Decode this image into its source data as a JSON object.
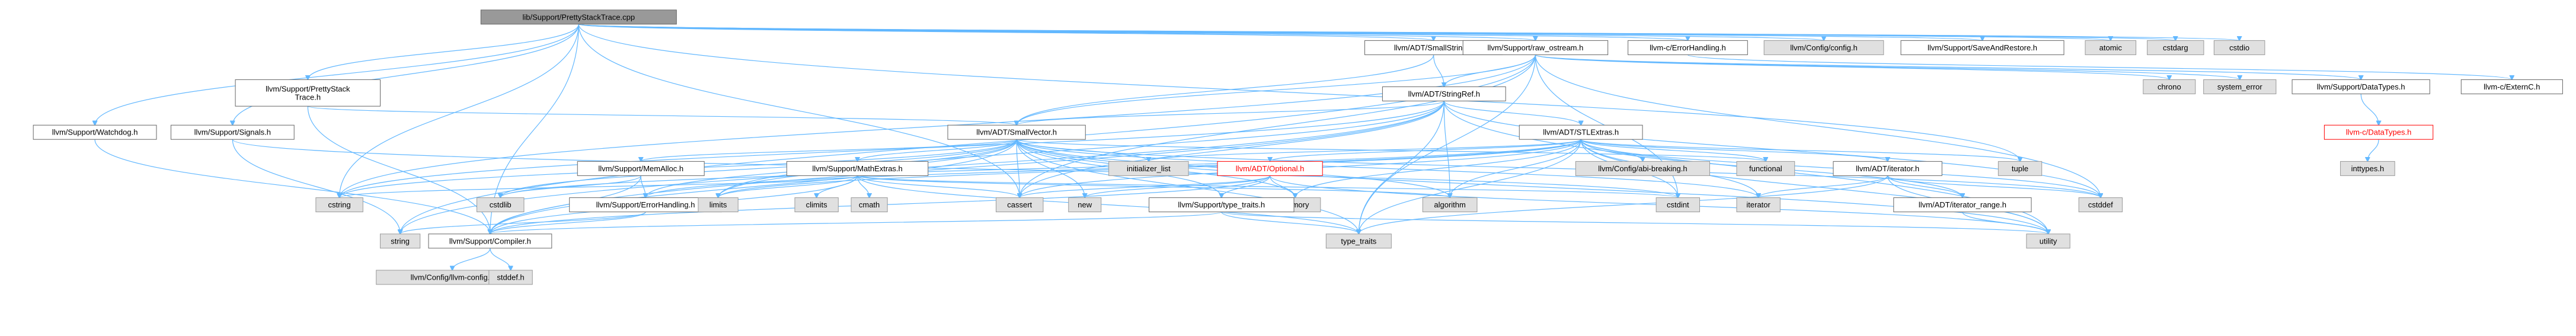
{
  "graph": {
    "title": "lib/Support/PrettyStackTrace.cpp",
    "colors": {
      "edge": "#63b8ff",
      "root": "#999999",
      "std": "#e0e0e0",
      "header": "#ffffff",
      "error": "#ff0000"
    },
    "nodes": [
      {
        "id": "root",
        "label": "lib/Support/PrettyStackTrace.cpp",
        "kind": "root"
      },
      {
        "id": "smallstring",
        "label": "llvm/ADT/SmallString.h",
        "kind": "header"
      },
      {
        "id": "raw_ostream",
        "label": "llvm/Support/raw_ostream.h",
        "kind": "header"
      },
      {
        "id": "errorhandling_c",
        "label": "llvm-c/ErrorHandling.h",
        "kind": "header"
      },
      {
        "id": "config",
        "label": "llvm/Config/config.h",
        "kind": "std"
      },
      {
        "id": "saveandrestore",
        "label": "llvm/Support/SaveAndRestore.h",
        "kind": "header"
      },
      {
        "id": "atomic",
        "label": "atomic",
        "kind": "std"
      },
      {
        "id": "cstdarg",
        "label": "cstdarg",
        "kind": "std"
      },
      {
        "id": "cstdio",
        "label": "cstdio",
        "kind": "std"
      },
      {
        "id": "prettystack",
        "label": "llvm/Support/PrettyStack\nTrace.h",
        "kind": "header"
      },
      {
        "id": "signals",
        "label": "llvm/Support/Signals.h",
        "kind": "header"
      },
      {
        "id": "watchdog",
        "label": "llvm/Support/Watchdog.h",
        "kind": "header"
      },
      {
        "id": "stringref",
        "label": "llvm/ADT/StringRef.h",
        "kind": "header"
      },
      {
        "id": "chrono",
        "label": "chrono",
        "kind": "std"
      },
      {
        "id": "system_error",
        "label": "system_error",
        "kind": "std"
      },
      {
        "id": "datatypes",
        "label": "llvm/Support/DataTypes.h",
        "kind": "header"
      },
      {
        "id": "externc",
        "label": "llvm-c/ExternC.h",
        "kind": "header"
      },
      {
        "id": "smallvector",
        "label": "llvm/ADT/SmallVector.h",
        "kind": "header"
      },
      {
        "id": "stlextras",
        "label": "llvm/ADT/STLExtras.h",
        "kind": "header"
      },
      {
        "id": "datatypes_c",
        "label": "llvm-c/DataTypes.h",
        "kind": "error"
      },
      {
        "id": "memalloc",
        "label": "llvm/Support/MemAlloc.h",
        "kind": "header"
      },
      {
        "id": "mathextras",
        "label": "llvm/Support/MathExtras.h",
        "kind": "header"
      },
      {
        "id": "initializer_list",
        "label": "initializer_list",
        "kind": "std"
      },
      {
        "id": "optional",
        "label": "llvm/ADT/Optional.h",
        "kind": "error"
      },
      {
        "id": "databreaking",
        "label": "llvm/Config/abi-breaking.h",
        "kind": "std"
      },
      {
        "id": "functional",
        "label": "functional",
        "kind": "std"
      },
      {
        "id": "iterator_h",
        "label": "llvm/ADT/iterator.h",
        "kind": "header"
      },
      {
        "id": "tuple",
        "label": "tuple",
        "kind": "std"
      },
      {
        "id": "inttypes",
        "label": "inttypes.h",
        "kind": "std"
      },
      {
        "id": "cstring",
        "label": "cstring",
        "kind": "std"
      },
      {
        "id": "cstdlib",
        "label": "cstdlib",
        "kind": "std"
      },
      {
        "id": "errorhandling",
        "label": "llvm/Support/ErrorHandling.h",
        "kind": "header"
      },
      {
        "id": "climits",
        "label": "climits",
        "kind": "std"
      },
      {
        "id": "cmath",
        "label": "cmath",
        "kind": "std"
      },
      {
        "id": "limits",
        "label": "limits",
        "kind": "std"
      },
      {
        "id": "cassert",
        "label": "cassert",
        "kind": "std"
      },
      {
        "id": "new",
        "label": "new",
        "kind": "std"
      },
      {
        "id": "memory",
        "label": "memory",
        "kind": "std"
      },
      {
        "id": "type_traits_llvm",
        "label": "llvm/Support/type_traits.h",
        "kind": "header"
      },
      {
        "id": "algorithm",
        "label": "algorithm",
        "kind": "std"
      },
      {
        "id": "cstdint",
        "label": "cstdint",
        "kind": "std"
      },
      {
        "id": "iterator",
        "label": "iterator",
        "kind": "std"
      },
      {
        "id": "iterator_range",
        "label": "llvm/ADT/iterator_range.h",
        "kind": "header"
      },
      {
        "id": "cstddef",
        "label": "cstddef",
        "kind": "std"
      },
      {
        "id": "string",
        "label": "string",
        "kind": "std"
      },
      {
        "id": "compiler",
        "label": "llvm/Support/Compiler.h",
        "kind": "header"
      },
      {
        "id": "type_traits",
        "label": "type_traits",
        "kind": "std"
      },
      {
        "id": "utility",
        "label": "utility",
        "kind": "std"
      },
      {
        "id": "llvmconfig",
        "label": "llvm/Config/llvm-config.h",
        "kind": "std"
      },
      {
        "id": "stddef",
        "label": "stddef.h",
        "kind": "std"
      }
    ],
    "edges": [
      [
        "root",
        "smallstring"
      ],
      [
        "root",
        "raw_ostream"
      ],
      [
        "root",
        "errorhandling_c"
      ],
      [
        "root",
        "config"
      ],
      [
        "root",
        "saveandrestore"
      ],
      [
        "root",
        "atomic"
      ],
      [
        "root",
        "cstdarg"
      ],
      [
        "root",
        "cstdio"
      ],
      [
        "root",
        "prettystack"
      ],
      [
        "root",
        "signals"
      ],
      [
        "root",
        "watchdog"
      ],
      [
        "root",
        "compiler"
      ],
      [
        "root",
        "cstring"
      ],
      [
        "root",
        "tuple"
      ],
      [
        "root",
        "cassert"
      ],
      [
        "smallstring",
        "smallvector"
      ],
      [
        "smallstring",
        "stringref"
      ],
      [
        "raw_ostream",
        "smallvector"
      ],
      [
        "raw_ostream",
        "stringref"
      ],
      [
        "raw_ostream",
        "cassert"
      ],
      [
        "raw_ostream",
        "chrono"
      ],
      [
        "raw_ostream",
        "cstddef"
      ],
      [
        "raw_ostream",
        "cstdint"
      ],
      [
        "raw_ostream",
        "cstring"
      ],
      [
        "raw_ostream",
        "string"
      ],
      [
        "raw_ostream",
        "system_error"
      ],
      [
        "raw_ostream",
        "type_traits"
      ],
      [
        "raw_ostream",
        "datatypes"
      ],
      [
        "errorhandling_c",
        "externc"
      ],
      [
        "prettystack",
        "smallvector"
      ],
      [
        "prettystack",
        "compiler"
      ],
      [
        "signals",
        "string"
      ],
      [
        "signals",
        "cstdint"
      ],
      [
        "watchdog",
        "compiler"
      ],
      [
        "stringref",
        "stlextras"
      ],
      [
        "stringref",
        "compiler"
      ],
      [
        "stringref",
        "algorithm"
      ],
      [
        "stringref",
        "cassert"
      ],
      [
        "stringref",
        "cstddef"
      ],
      [
        "stringref",
        "cstring"
      ],
      [
        "stringref",
        "limits"
      ],
      [
        "stringref",
        "string"
      ],
      [
        "stringref",
        "type_traits"
      ],
      [
        "stringref",
        "utility"
      ],
      [
        "stringref",
        "smallvector"
      ],
      [
        "datatypes",
        "datatypes_c"
      ],
      [
        "datatypes_c",
        "inttypes"
      ],
      [
        "smallvector",
        "compiler"
      ],
      [
        "smallvector",
        "errorhandling"
      ],
      [
        "smallvector",
        "memalloc"
      ],
      [
        "smallvector",
        "type_traits_llvm"
      ],
      [
        "smallvector",
        "algorithm"
      ],
      [
        "smallvector",
        "cassert"
      ],
      [
        "smallvector",
        "cstddef"
      ],
      [
        "smallvector",
        "cstdlib"
      ],
      [
        "smallvector",
        "cstring"
      ],
      [
        "smallvector",
        "functional"
      ],
      [
        "smallvector",
        "initializer_list"
      ],
      [
        "smallvector",
        "iterator"
      ],
      [
        "smallvector",
        "limits"
      ],
      [
        "smallvector",
        "memory"
      ],
      [
        "smallvector",
        "new"
      ],
      [
        "smallvector",
        "type_traits"
      ],
      [
        "smallvector",
        "utility"
      ],
      [
        "smallvector",
        "mathextras"
      ],
      [
        "stlextras",
        "optional"
      ],
      [
        "stlextras",
        "iterator_h"
      ],
      [
        "stlextras",
        "iterator_range"
      ],
      [
        "stlextras",
        "databreaking"
      ],
      [
        "stlextras",
        "functional"
      ],
      [
        "stlextras",
        "tuple"
      ],
      [
        "stlextras",
        "algorithm"
      ],
      [
        "stlextras",
        "cassert"
      ],
      [
        "stlextras",
        "cstddef"
      ],
      [
        "stlextras",
        "cstdint"
      ],
      [
        "stlextras",
        "cstdlib"
      ],
      [
        "stlextras",
        "initializer_list"
      ],
      [
        "stlextras",
        "iterator"
      ],
      [
        "stlextras",
        "limits"
      ],
      [
        "stlextras",
        "memory"
      ],
      [
        "stlextras",
        "type_traits"
      ],
      [
        "stlextras",
        "utility"
      ],
      [
        "stlextras",
        "errorhandling"
      ],
      [
        "memalloc",
        "compiler"
      ],
      [
        "memalloc",
        "errorhandling"
      ],
      [
        "memalloc",
        "cstdlib"
      ],
      [
        "mathextras",
        "compiler"
      ],
      [
        "mathextras",
        "algorithm"
      ],
      [
        "mathextras",
        "cassert"
      ],
      [
        "mathextras",
        "climits"
      ],
      [
        "mathextras",
        "cmath"
      ],
      [
        "mathextras",
        "cstdint"
      ],
      [
        "mathextras",
        "cstring"
      ],
      [
        "mathextras",
        "limits"
      ],
      [
        "mathextras",
        "type_traits"
      ],
      [
        "optional",
        "compiler"
      ],
      [
        "optional",
        "type_traits_llvm"
      ],
      [
        "optional",
        "cassert"
      ],
      [
        "optional",
        "memory"
      ],
      [
        "optional",
        "new"
      ],
      [
        "optional",
        "utility"
      ],
      [
        "iterator_h",
        "iterator_range"
      ],
      [
        "iterator_h",
        "cstddef"
      ],
      [
        "iterator_h",
        "iterator"
      ],
      [
        "iterator_h",
        "type_traits"
      ],
      [
        "iterator_h",
        "utility"
      ],
      [
        "iterator_range",
        "utility"
      ],
      [
        "errorhandling",
        "compiler"
      ],
      [
        "errorhandling",
        "string"
      ],
      [
        "type_traits_llvm",
        "compiler"
      ],
      [
        "type_traits_llvm",
        "type_traits"
      ],
      [
        "type_traits_llvm",
        "utility"
      ],
      [
        "compiler",
        "llvmconfig"
      ],
      [
        "compiler",
        "stddef"
      ]
    ]
  }
}
